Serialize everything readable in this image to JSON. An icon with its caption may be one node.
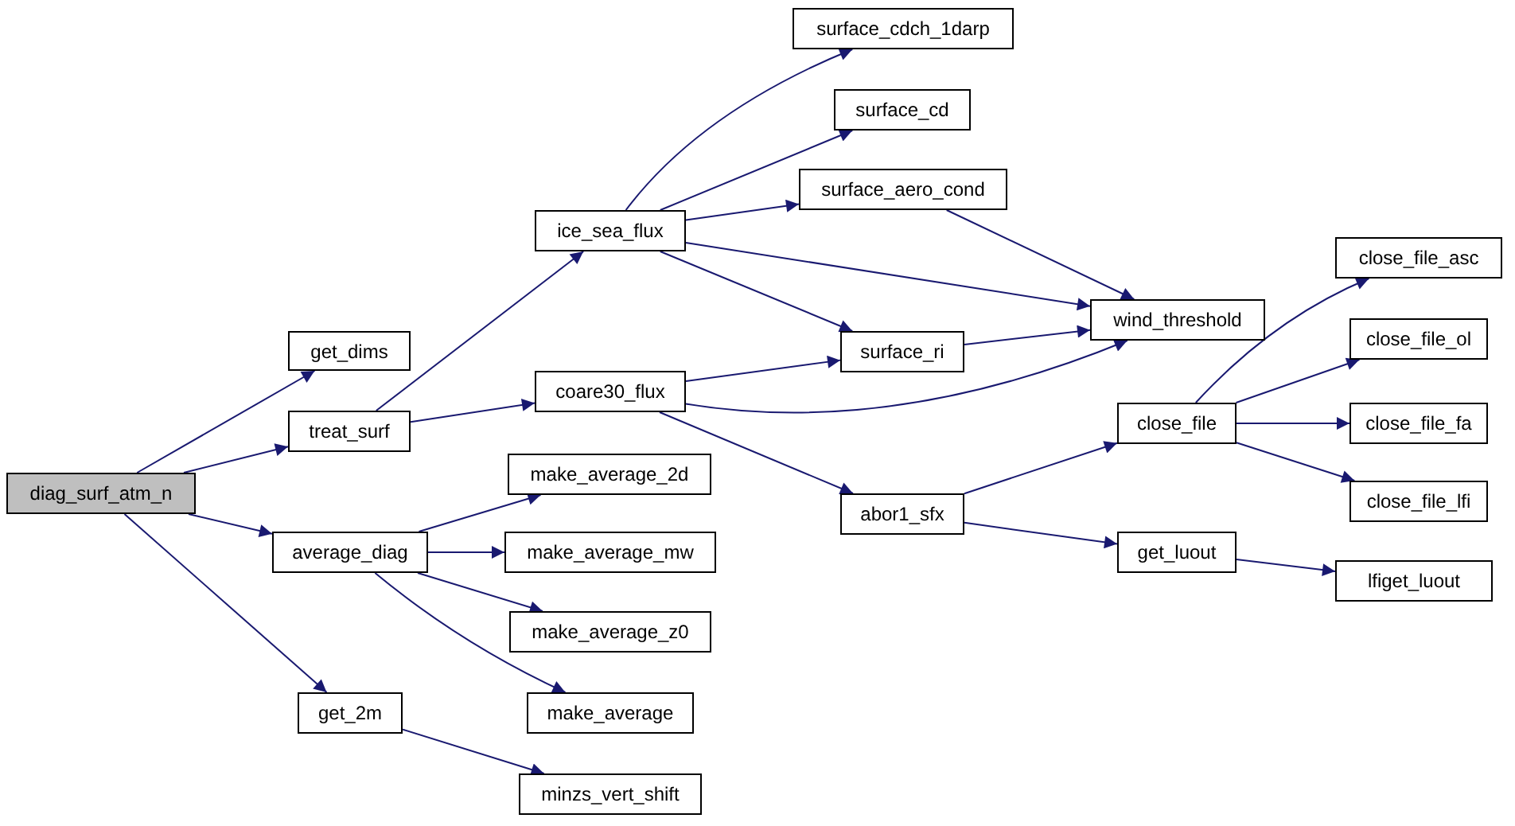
{
  "diagram": {
    "nodes": [
      {
        "text": [
          "diag_surf_atm_n"
        ]
      },
      {
        "text": [
          "get_dims"
        ]
      },
      {
        "text": [
          "treat_surf"
        ]
      },
      {
        "text": [
          "average_diag"
        ]
      },
      {
        "text": [
          "get_2m"
        ]
      },
      {
        "text": [
          "ice_sea_flux"
        ]
      },
      {
        "text": [
          "coare30_flux"
        ]
      },
      {
        "text": [
          "make_average_2d"
        ]
      },
      {
        "text": [
          "make_average_mw"
        ]
      },
      {
        "text": [
          "make_average_z0"
        ]
      },
      {
        "text": [
          "make_average"
        ]
      },
      {
        "text": [
          "minzs_vert_shift"
        ]
      },
      {
        "text": [
          "surface_cdch_1darp"
        ]
      },
      {
        "text": [
          "surface_cd"
        ]
      },
      {
        "text": [
          "surface_aero_cond"
        ]
      },
      {
        "text": [
          "surface_ri"
        ]
      },
      {
        "text": [
          "abor1_sfx"
        ]
      },
      {
        "text": [
          "wind_threshold"
        ]
      },
      {
        "text": [
          "close_file"
        ]
      },
      {
        "text": [
          "get_luout"
        ]
      },
      {
        "text": [
          "close_file_asc"
        ]
      },
      {
        "text": [
          "close_file_ol"
        ]
      },
      {
        "text": [
          "close_file_fa"
        ]
      },
      {
        "text": [
          "close_file_lfi"
        ]
      },
      {
        "text": [
          "lfiget_luout"
        ]
      }
    ],
    "edges": [
      {
        "from": 0,
        "to": 1,
        "arrow": "to"
      },
      {
        "from": 0,
        "to": 2,
        "arrow": "to"
      },
      {
        "from": 0,
        "to": 3,
        "arrow": "to"
      },
      {
        "from": 0,
        "to": 4,
        "arrow": "to"
      },
      {
        "from": 2,
        "to": 5,
        "arrow": "to"
      },
      {
        "from": 2,
        "to": 6,
        "arrow": "to"
      },
      {
        "from": 3,
        "to": 7,
        "arrow": "to"
      },
      {
        "from": 3,
        "to": 8,
        "arrow": "to"
      },
      {
        "from": 3,
        "to": 9,
        "arrow": "to"
      },
      {
        "from": 3,
        "to": 10,
        "arrow": "to"
      },
      {
        "from": 4,
        "to": 11,
        "arrow": "to"
      },
      {
        "from": 5,
        "to": 12,
        "arrow": "to"
      },
      {
        "from": 5,
        "to": 13,
        "arrow": "to"
      },
      {
        "from": 5,
        "to": 14,
        "arrow": "to"
      },
      {
        "from": 5,
        "to": 17,
        "arrow": "to"
      },
      {
        "from": 5,
        "to": 15,
        "arrow": "to"
      },
      {
        "from": 6,
        "to": 15,
        "arrow": "to"
      },
      {
        "from": 6,
        "to": 17,
        "arrow": "to"
      },
      {
        "from": 6,
        "to": 16,
        "arrow": "to"
      },
      {
        "from": 14,
        "to": 17,
        "arrow": "to"
      },
      {
        "from": 15,
        "to": 17,
        "arrow": "to"
      },
      {
        "from": 16,
        "to": 18,
        "arrow": "to"
      },
      {
        "from": 16,
        "to": 19,
        "arrow": "to"
      },
      {
        "from": 18,
        "to": 20,
        "arrow": "to"
      },
      {
        "from": 18,
        "to": 21,
        "arrow": "to"
      },
      {
        "from": 18,
        "to": 22,
        "arrow": "to"
      },
      {
        "from": 18,
        "to": 23,
        "arrow": "to"
      },
      {
        "from": 19,
        "to": 24,
        "arrow": "to"
      }
    ]
  }
}
